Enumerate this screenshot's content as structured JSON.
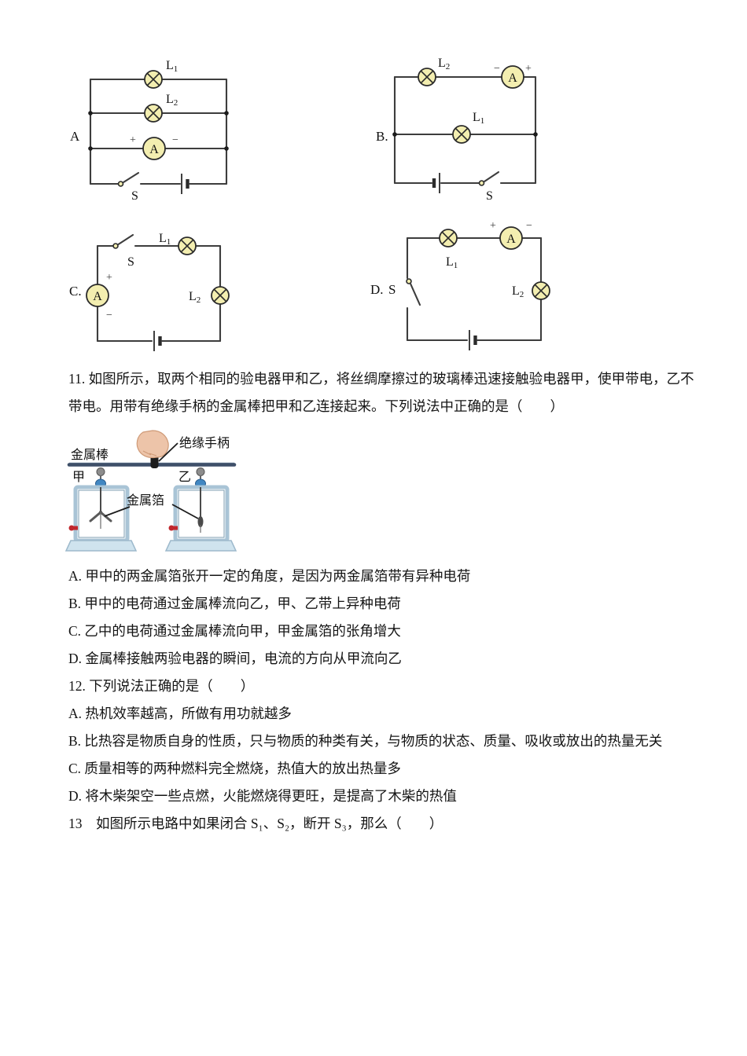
{
  "document": {
    "type": "physics-exam-page",
    "background": "#ffffff",
    "text_color": "#141414"
  },
  "colors": {
    "lamp_fill": "#f3eeb0",
    "wire": "#3d3d3d",
    "metal_rod_blue": "#3e4f68",
    "frame_blue": "#a9c4d6",
    "base_blue": "#cfe3ee",
    "ball_gray": "#8d8d8d",
    "connector_blue": "#4187c2",
    "knob_red": "#c0272d",
    "hand_skin": "#edc4a9",
    "handle_black": "#1c1c1c"
  },
  "circuits": {
    "a": {
      "label": "A",
      "l1_base": "L",
      "l1_sub": "1",
      "l2_base": "L",
      "l2_sub": "2",
      "meter": "A",
      "switch": "S",
      "plus": "+",
      "minus": "−"
    },
    "b": {
      "label": "B.",
      "l1_base": "L",
      "l1_sub": "1",
      "l2_base": "L",
      "l2_sub": "2",
      "meter": "A",
      "switch": "S",
      "plus": "+",
      "minus": "−"
    },
    "c": {
      "label": "C.",
      "l1_base": "L",
      "l1_sub": "1",
      "l2_base": "L",
      "l2_sub": "2",
      "meter": "A",
      "switch": "S",
      "plus": "+",
      "minus": "−"
    },
    "d": {
      "label": "D.",
      "l1_base": "L",
      "l1_sub": "1",
      "l2_base": "L",
      "l2_sub": "2",
      "meter": "A",
      "switch": "S",
      "plus": "+",
      "minus": "−"
    }
  },
  "figure11": {
    "metal_rod": "金属棒",
    "insulating_handle": "绝缘手柄",
    "left_scope": "甲",
    "right_scope": "乙",
    "metal_foil": "金属箔"
  },
  "questions": {
    "q11_line1": "11. 如图所示，取两个相同的验电器甲和乙，将丝绸摩擦过的玻璃棒迅速接触验电器甲，使甲带电，乙不",
    "q11_line2": "带电。用带有绝缘手柄的金属棒把甲和乙连接起来。下列说法中正确的是（　　）",
    "q11_options": [
      "A. 甲中的两金属箔张开一定的角度，是因为两金属箔带有异种电荷",
      "B. 甲中的电荷通过金属棒流向乙，甲、乙带上异种电荷",
      "C. 乙中的电荷通过金属棒流向甲，甲金属箔的张角增大",
      "D. 金属棒接触两验电器的瞬间，电流的方向从甲流向乙"
    ],
    "q12_stem": "12. 下列说法正确的是（　　）",
    "q12_options": [
      "A. 热机效率越高，所做有用功就越多",
      "B. 比热容是物质自身的性质，只与物质的种类有关，与物质的状态、质量、吸收或放出的热量无关",
      "C. 质量相等的两种燃料完全燃烧，热值大的放出热量多",
      "D. 将木柴架空一些点燃，火能燃烧得更旺，是提高了木柴的热值"
    ],
    "q13_stem": "13　如图所示电路中如果闭合 S₁、S₂，断开 S₃，那么（　　）"
  }
}
